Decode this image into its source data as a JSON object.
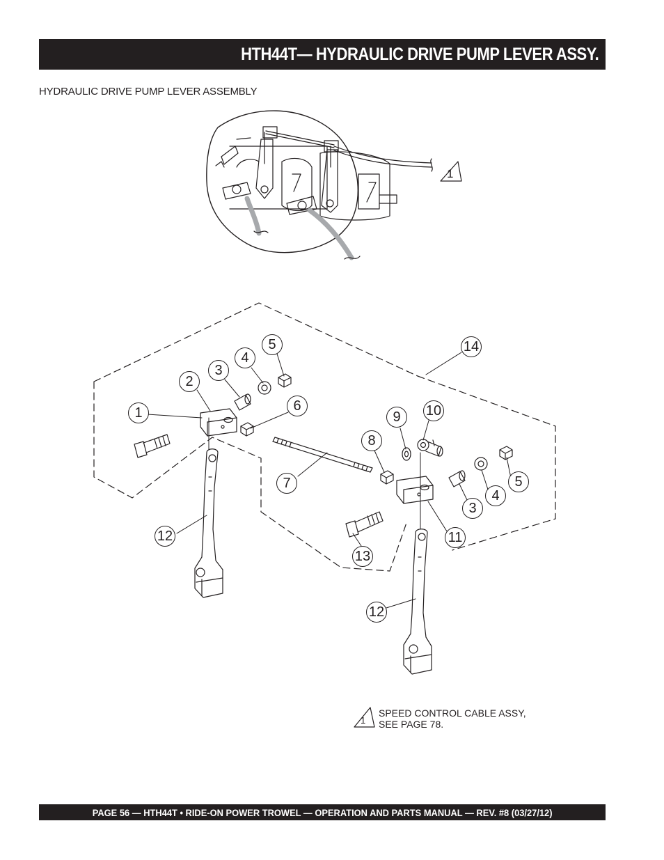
{
  "header": {
    "title": "HTH44T— HYDRAULIC DRIVE PUMP LEVER ASSY."
  },
  "section": {
    "subtitle": "HYDRAULIC DRIVE PUMP LEVER ASSEMBLY"
  },
  "inset": {
    "note_marker": "1"
  },
  "callouts": [
    {
      "label": "1"
    },
    {
      "label": "2"
    },
    {
      "label": "3"
    },
    {
      "label": "4"
    },
    {
      "label": "5"
    },
    {
      "label": "6"
    },
    {
      "label": "7"
    },
    {
      "label": "8"
    },
    {
      "label": "9"
    },
    {
      "label": "10"
    },
    {
      "label": "14"
    },
    {
      "label": "5"
    },
    {
      "label": "4"
    },
    {
      "label": "3"
    },
    {
      "label": "11"
    },
    {
      "label": "12"
    },
    {
      "label": "13"
    },
    {
      "label": "12"
    }
  ],
  "note": {
    "marker": "1",
    "line1": "SPEED CONTROL CABLE ASSY,",
    "line2": "SEE PAGE 78."
  },
  "footer": {
    "text": "PAGE 56 — HTH44T • RIDE-ON POWER TROWEL —  OPERATION AND PARTS MANUAL — REV. #8 (03/27/12)"
  },
  "colors": {
    "ink": "#231f20",
    "paper": "#ffffff",
    "cable_gray": "#a7a9ac"
  }
}
